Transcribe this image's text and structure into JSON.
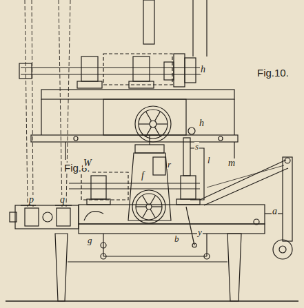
{
  "diagram": {
    "labels": [
      "Fig.10.",
      "h",
      "Fig.8.",
      "p",
      "q",
      "W",
      "f",
      "r",
      "s",
      "h",
      "l",
      "m",
      "g",
      "b",
      "y",
      "a"
    ]
  }
}
